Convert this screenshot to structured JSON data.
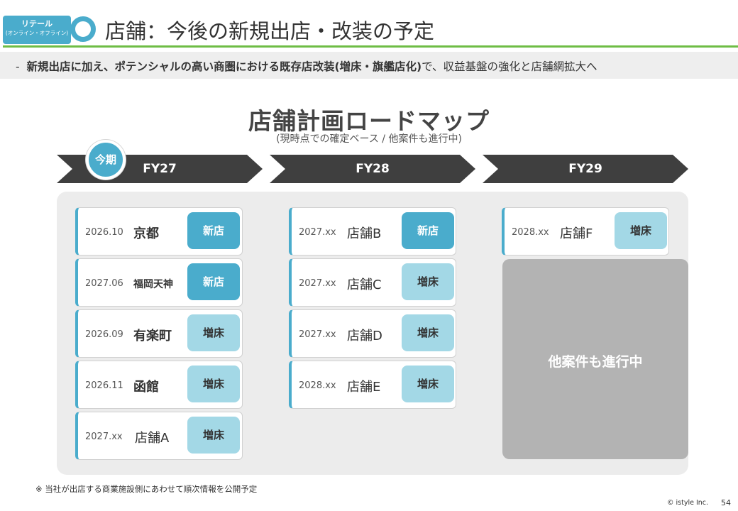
{
  "header": {
    "tag_line1": "リテール",
    "tag_line2": "(オンライン・オフライン)",
    "title": "店舗：今後の新規出店・改装の予定",
    "accent_color": "#4aaccc",
    "line_color": "#6ebd45"
  },
  "subtitle": {
    "bullet": "-",
    "bold": "新規出店に加え、ポテンシャルの高い商圏における既存店改装(増床・旗艦店化)",
    "rest": "で、収益基盤の強化と店舗網拡大へ"
  },
  "roadmap": {
    "title": "店舗計画ロードマップ",
    "subtitle": "(現時点での確定ベース / 他案件も進行中)",
    "current_badge": "今期",
    "years": [
      "FY27",
      "FY28",
      "FY29"
    ],
    "columns": [
      [
        {
          "date": "2026.10",
          "name": "京都",
          "type": "新店"
        },
        {
          "date": "2027.06",
          "name": "福岡天神",
          "type": "新店"
        },
        {
          "date": "2026.09",
          "name": "有楽町",
          "type": "増床"
        },
        {
          "date": "2026.11",
          "name": "函館",
          "type": "増床"
        },
        {
          "date": "2027.xx",
          "name": "店舗A",
          "type": "増床"
        }
      ],
      [
        {
          "date": "2027.xx",
          "name": "店舗B",
          "type": "新店"
        },
        {
          "date": "2027.xx",
          "name": "店舗C",
          "type": "増床"
        },
        {
          "date": "2027.xx",
          "name": "店舗D",
          "type": "増床"
        },
        {
          "date": "2028.xx",
          "name": "店舗E",
          "type": "増床"
        }
      ],
      [
        {
          "date": "2028.xx",
          "name": "店舗F",
          "type": "増床"
        }
      ]
    ],
    "other_projects": "他案件も進行中"
  },
  "footnote": "※ 当社が出店する商業施設側にあわせて順次情報を公開予定",
  "copyright": "© istyle Inc.",
  "page_number": "54"
}
